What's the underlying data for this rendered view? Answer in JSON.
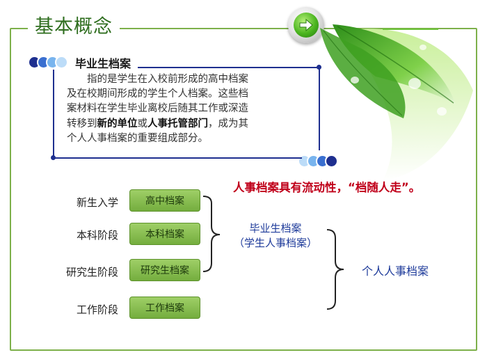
{
  "header": {
    "title": "基本概念"
  },
  "definition": {
    "title": "毕业生档案",
    "line1": "指的是学生在入校前形成的高中档案",
    "line2": "及在校期间形成的学生个人档案。这些档",
    "line3": "案材料在学生毕业离校后随其工作或深造",
    "line4_pre": "转移到",
    "line4_hl1": "新的单位",
    "line4_mid": "或",
    "line4_hl2": "人事托管部门",
    "line4_post": "，成为其",
    "line5": "个人人事档案的重要组成部分。"
  },
  "flow_note": "人事档案具有流动性，“档随人走”。",
  "stages": [
    {
      "stage": "新生入学",
      "record": "高中档案"
    },
    {
      "stage": "本科阶段",
      "record": "本科档案"
    },
    {
      "stage": "研究生阶段",
      "record": "研究生档案"
    },
    {
      "stage": "工作阶段",
      "record": "工作档案"
    }
  ],
  "middle": {
    "line1": "毕业生档案",
    "line2": "（学生人事档案）"
  },
  "final": "个人人事档案",
  "colors": {
    "frame_green": "#7db04a",
    "title_green": "#2f6e1f",
    "box_blue": "#1e2f8f",
    "note_red": "#c0001a",
    "label_blue": "#1d3a9a"
  }
}
